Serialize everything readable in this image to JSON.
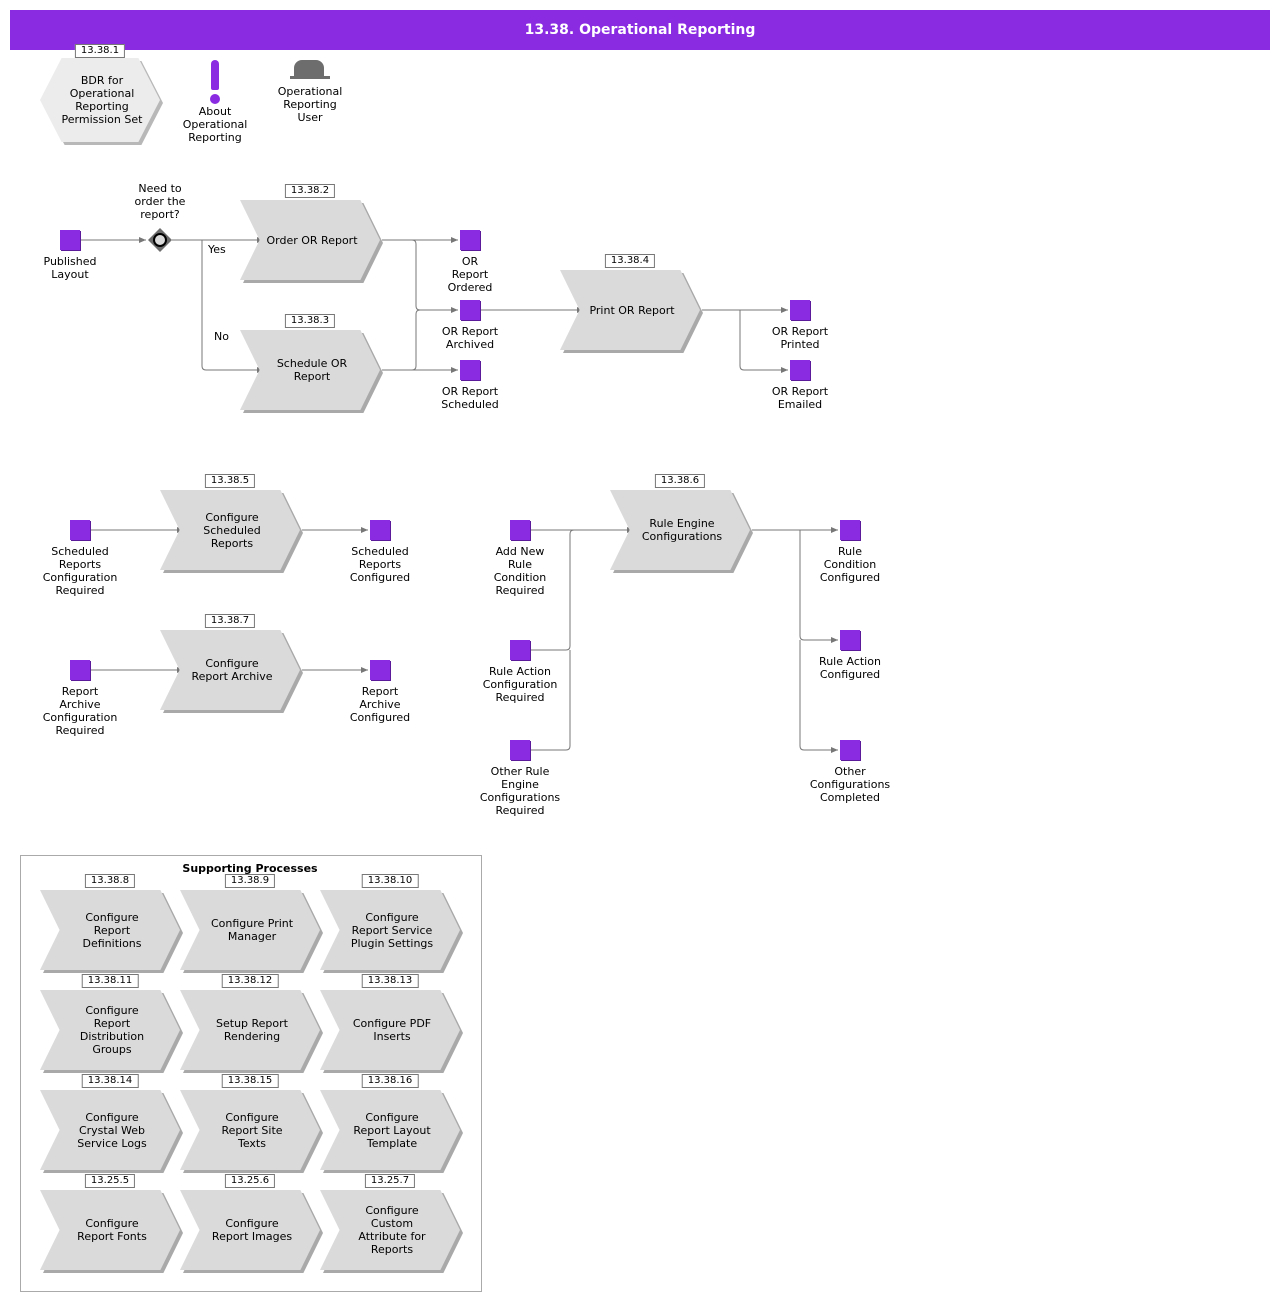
{
  "title": "13.38. Operational Reporting",
  "colors": {
    "accent": "#8a2be2",
    "process_fill": "#dadada",
    "shadow": "#a9a9a9"
  },
  "header_items": {
    "permission_set": {
      "tag": "13.38.1",
      "label": "BDR for\nOperational\nReporting\nPermission Set"
    },
    "about": {
      "icon": "exclamation-icon",
      "label": "About\nOperational\nReporting"
    },
    "user": {
      "icon": "user-role-icon",
      "label": "Operational\nReporting\nUser"
    }
  },
  "gateway": {
    "question": "Need to\norder the\nreport?",
    "yes": "Yes",
    "no": "No"
  },
  "processes": {
    "order": {
      "tag": "13.38.2",
      "label": "Order OR Report"
    },
    "schedule": {
      "tag": "13.38.3",
      "label": "Schedule OR\nReport"
    },
    "print": {
      "tag": "13.38.4",
      "label": "Print OR Report"
    },
    "config_scheduled": {
      "tag": "13.38.5",
      "label": "Configure\nScheduled\nReports"
    },
    "rule_engine": {
      "tag": "13.38.6",
      "label": "Rule Engine\nConfigurations"
    },
    "config_archive": {
      "tag": "13.38.7",
      "label": "Configure\nReport Archive"
    }
  },
  "events": {
    "published_layout": "Published\nLayout",
    "or_report_ordered": "OR\nReport\nOrdered",
    "or_report_archived": "OR Report\nArchived",
    "or_report_scheduled": "OR Report\nScheduled",
    "or_report_printed": "OR Report\nPrinted",
    "or_report_emailed": "OR Report\nEmailed",
    "scheduled_reports_config_required": "Scheduled\nReports\nConfiguration\nRequired",
    "scheduled_reports_configured": "Scheduled\nReports\nConfigured",
    "report_archive_config_required": "Report\nArchive\nConfiguration\nRequired",
    "report_archive_configured": "Report\nArchive\nConfigured",
    "add_new_rule_condition_required": "Add New\nRule\nCondition\nRequired",
    "rule_action_config_required": "Rule Action\nConfiguration\nRequired",
    "other_rule_engine_config_required": "Other Rule\nEngine\nConfigurations\nRequired",
    "rule_condition_configured": "Rule\nCondition\nConfigured",
    "rule_action_configured": "Rule Action\nConfigured",
    "other_configurations_completed": "Other\nConfigurations\nCompleted"
  },
  "supporting": {
    "title": "Supporting Processes",
    "items": [
      {
        "tag": "13.38.8",
        "label": "Configure\nReport\nDefinitions"
      },
      {
        "tag": "13.38.9",
        "label": "Configure Print\nManager"
      },
      {
        "tag": "13.38.10",
        "label": "Configure\nReport Service\nPlugin Settings"
      },
      {
        "tag": "13.38.11",
        "label": "Configure\nReport\nDistribution\nGroups"
      },
      {
        "tag": "13.38.12",
        "label": "Setup Report\nRendering"
      },
      {
        "tag": "13.38.13",
        "label": "Configure PDF\nInserts"
      },
      {
        "tag": "13.38.14",
        "label": "Configure\nCrystal Web\nService Logs"
      },
      {
        "tag": "13.38.15",
        "label": "Configure\nReport Site\nTexts"
      },
      {
        "tag": "13.38.16",
        "label": "Configure\nReport Layout\nTemplate"
      },
      {
        "tag": "13.25.5",
        "label": "Configure\nReport Fonts"
      },
      {
        "tag": "13.25.6",
        "label": "Configure\nReport Images"
      },
      {
        "tag": "13.25.7",
        "label": "Configure\nCustom\nAttribute for\nReports"
      }
    ]
  }
}
